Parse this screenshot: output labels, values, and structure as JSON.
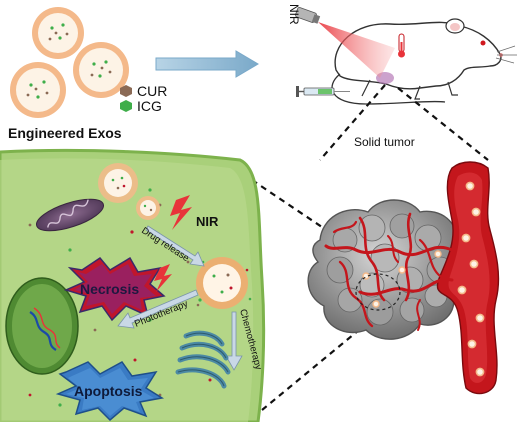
{
  "legend": {
    "cur": "CUR",
    "icg": "ICG",
    "title": "Engineered Exos"
  },
  "top": {
    "nir": "NIR",
    "solid_tumor": "Solid tumor"
  },
  "cell": {
    "nir": "NIR",
    "drug_release": "Drug release",
    "necrosis": "Necrosis",
    "phototherapy": "Phototherapy",
    "chemotherapy": "Chemotherapy",
    "apoptosis": "Apoptosis"
  },
  "colors": {
    "exo_shell": "#f6c79a",
    "exo_core": "#ffffff",
    "cur_dot": "#8b6a55",
    "icg_dot": "#3fae4a",
    "cell_fill": "#a9d07a",
    "cell_edge": "#7db24c",
    "vessel": "#c4161c",
    "tumor": "#9a9a9a",
    "necrosis": "#c0162c",
    "apoptosis": "#2f6fb5",
    "laser": "#e8333a"
  }
}
